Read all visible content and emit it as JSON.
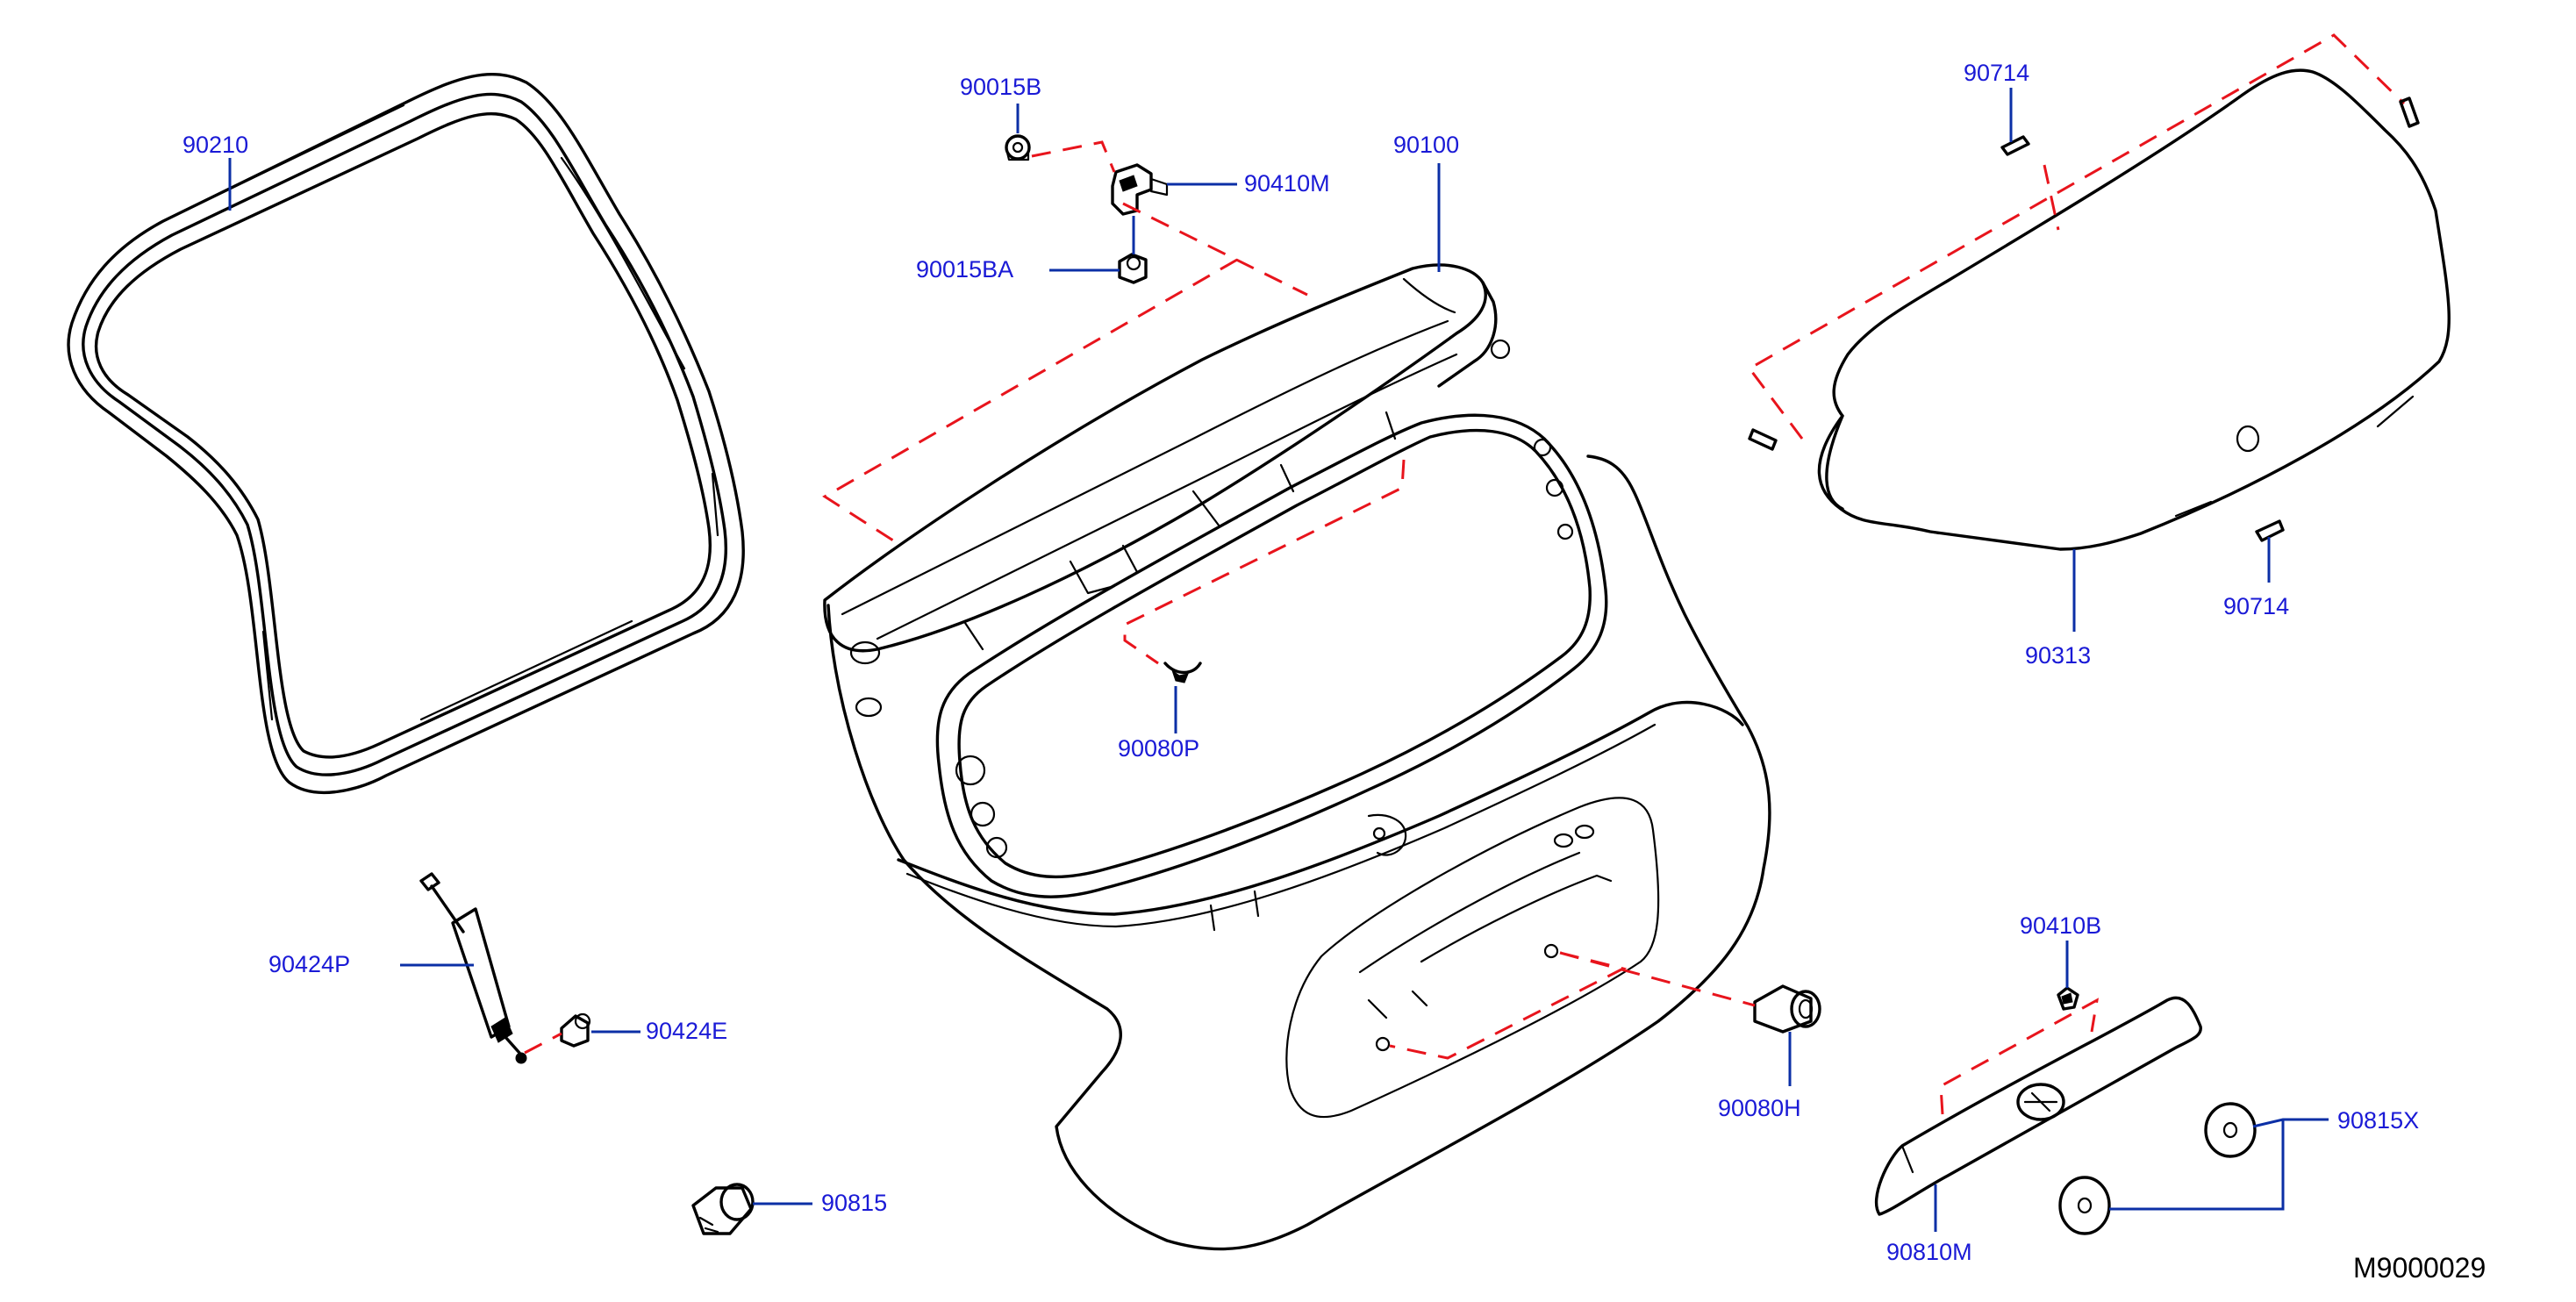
{
  "colors": {
    "part_outline": "#000000",
    "callout_text": "#1a1ad6",
    "leader_line": "#0b2fa6",
    "assembly_dash": "#e8141c",
    "background": "#ffffff"
  },
  "callouts": {
    "weatherstrip": "90210",
    "nut_upper": "90015B",
    "hinge": "90410M",
    "nut_lower": "90015BA",
    "back_door_panel": "90100",
    "spacer_glass_upper": "90714",
    "spacer_glass_lower": "90714",
    "back_door_glass": "90313",
    "clip": "90080P",
    "stay": "90424P",
    "stay_bracket": "90424E",
    "bumper_rubber": "90080H",
    "finisher_clip": "90410B",
    "finisher": "90810M",
    "bumper_lower": "90815",
    "stopper": "90815X"
  },
  "diagram_id": "M9000029"
}
